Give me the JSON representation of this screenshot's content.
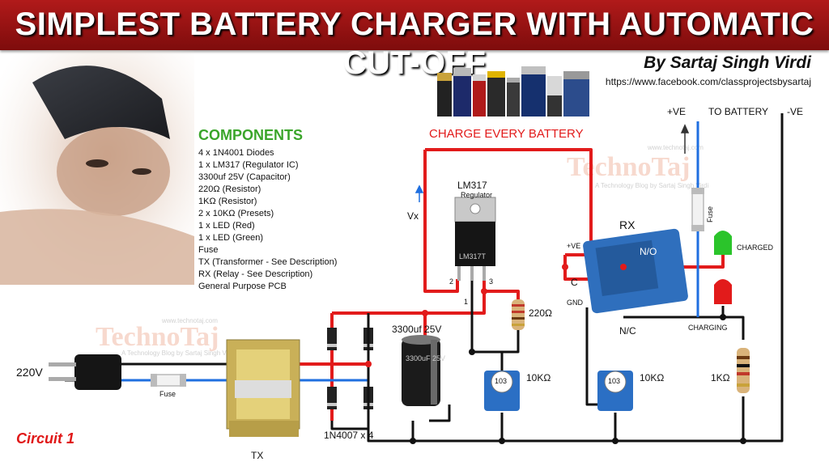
{
  "title": "SIMPLEST BATTERY CHARGER WITH AUTOMATIC CUT-OFF",
  "author": "By Sartaj Singh Virdi",
  "url": "https://www.facebook.com/classprojectsbysartaj",
  "components": {
    "heading": "COMPONENTS",
    "items": [
      "4 x 1N4001 Diodes",
      "1 x LM317 (Regulator IC)",
      "3300uf 25V (Capacitor)",
      "220Ω (Resistor)",
      "1KΩ (Resistor)",
      "2 x 10KΩ (Presets)",
      "1 x LED (Red)",
      "1 x LED (Green)",
      "Fuse",
      "TX (Transformer - See Description)",
      "RX (Relay - See Description)",
      "General Purpose PCB"
    ]
  },
  "labels": {
    "charge_every": "CHARGE EVERY BATTERY",
    "lm317": "LM317",
    "regulator": "Regulator",
    "lm317t": "LM317T",
    "vx": "Vx",
    "pin2": "2",
    "pin1": "1",
    "pin3": "3",
    "r220": "220Ω",
    "cap": "3300uf 25V",
    "cap_text": "3300uF 25V",
    "v220": "220V",
    "fuse": "Fuse",
    "tx": "TX",
    "bridge": "1N4007 x 4",
    "preset1": "10KΩ",
    "preset2": "10KΩ",
    "rx": "RX",
    "plus_ve": "+VE",
    "no": "N/O",
    "c": "C",
    "gnd": "GND",
    "nc": "N/C",
    "to_battery": "TO BATTERY",
    "pos": "+VE",
    "neg": "-VE",
    "fuse2": "Fuse",
    "charged": "CHARGED",
    "charging": "CHARGING",
    "r1k": "1KΩ",
    "circuit": "Circuit 1",
    "preset_code": "103"
  },
  "watermarks": {
    "brand": "TechnoTaj",
    "site": "www.technotaj.com",
    "tagline": "A Technology Blog by Sartaj Singh Virdi"
  },
  "colors": {
    "title_bg": "#9a1414",
    "red_wire": "#e21b1b",
    "black_wire": "#111111",
    "blue_wire": "#1f6fe0",
    "relay": "#2f6fbd",
    "components_heading": "#3aa52a"
  }
}
